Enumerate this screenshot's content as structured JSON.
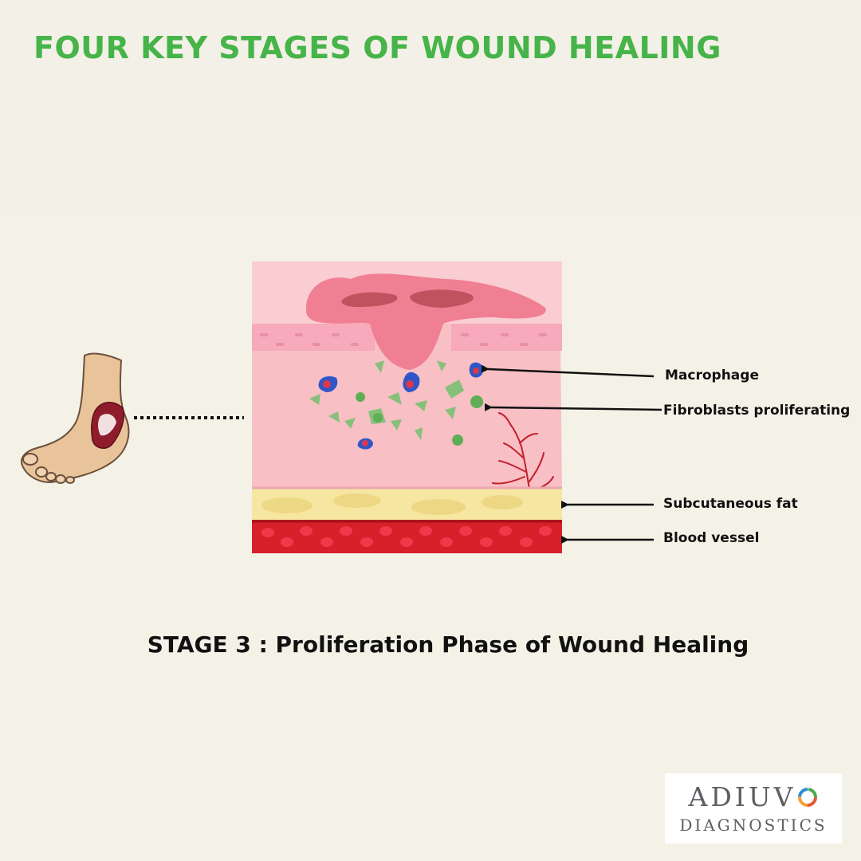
{
  "header": {
    "title": "FOUR KEY STAGES OF WOUND HEALING"
  },
  "diagram": {
    "labels": {
      "macrophage": "Macrophage",
      "fibroblasts": "Fibroblasts proliferating",
      "subcutaneous_fat": "Subcutaneous fat",
      "blood_vessel": "Blood vessel"
    },
    "caption": "STAGE 3 : Proliferation Phase of Wound Healing"
  },
  "logo": {
    "brand_text": "ADIUV",
    "brand_suffix_icon": "ring-logo-icon",
    "subtitle": "DIAGNOSTICS"
  },
  "colors": {
    "title_green": "#46b449",
    "skin_pink": "#f4a8b8",
    "wound_red": "#e8607a",
    "fat_yellow": "#f6e6a1",
    "blood_red": "#d7202a",
    "macrophage_blue": "#2f56c8",
    "fibroblast_green": "#74b86a"
  }
}
